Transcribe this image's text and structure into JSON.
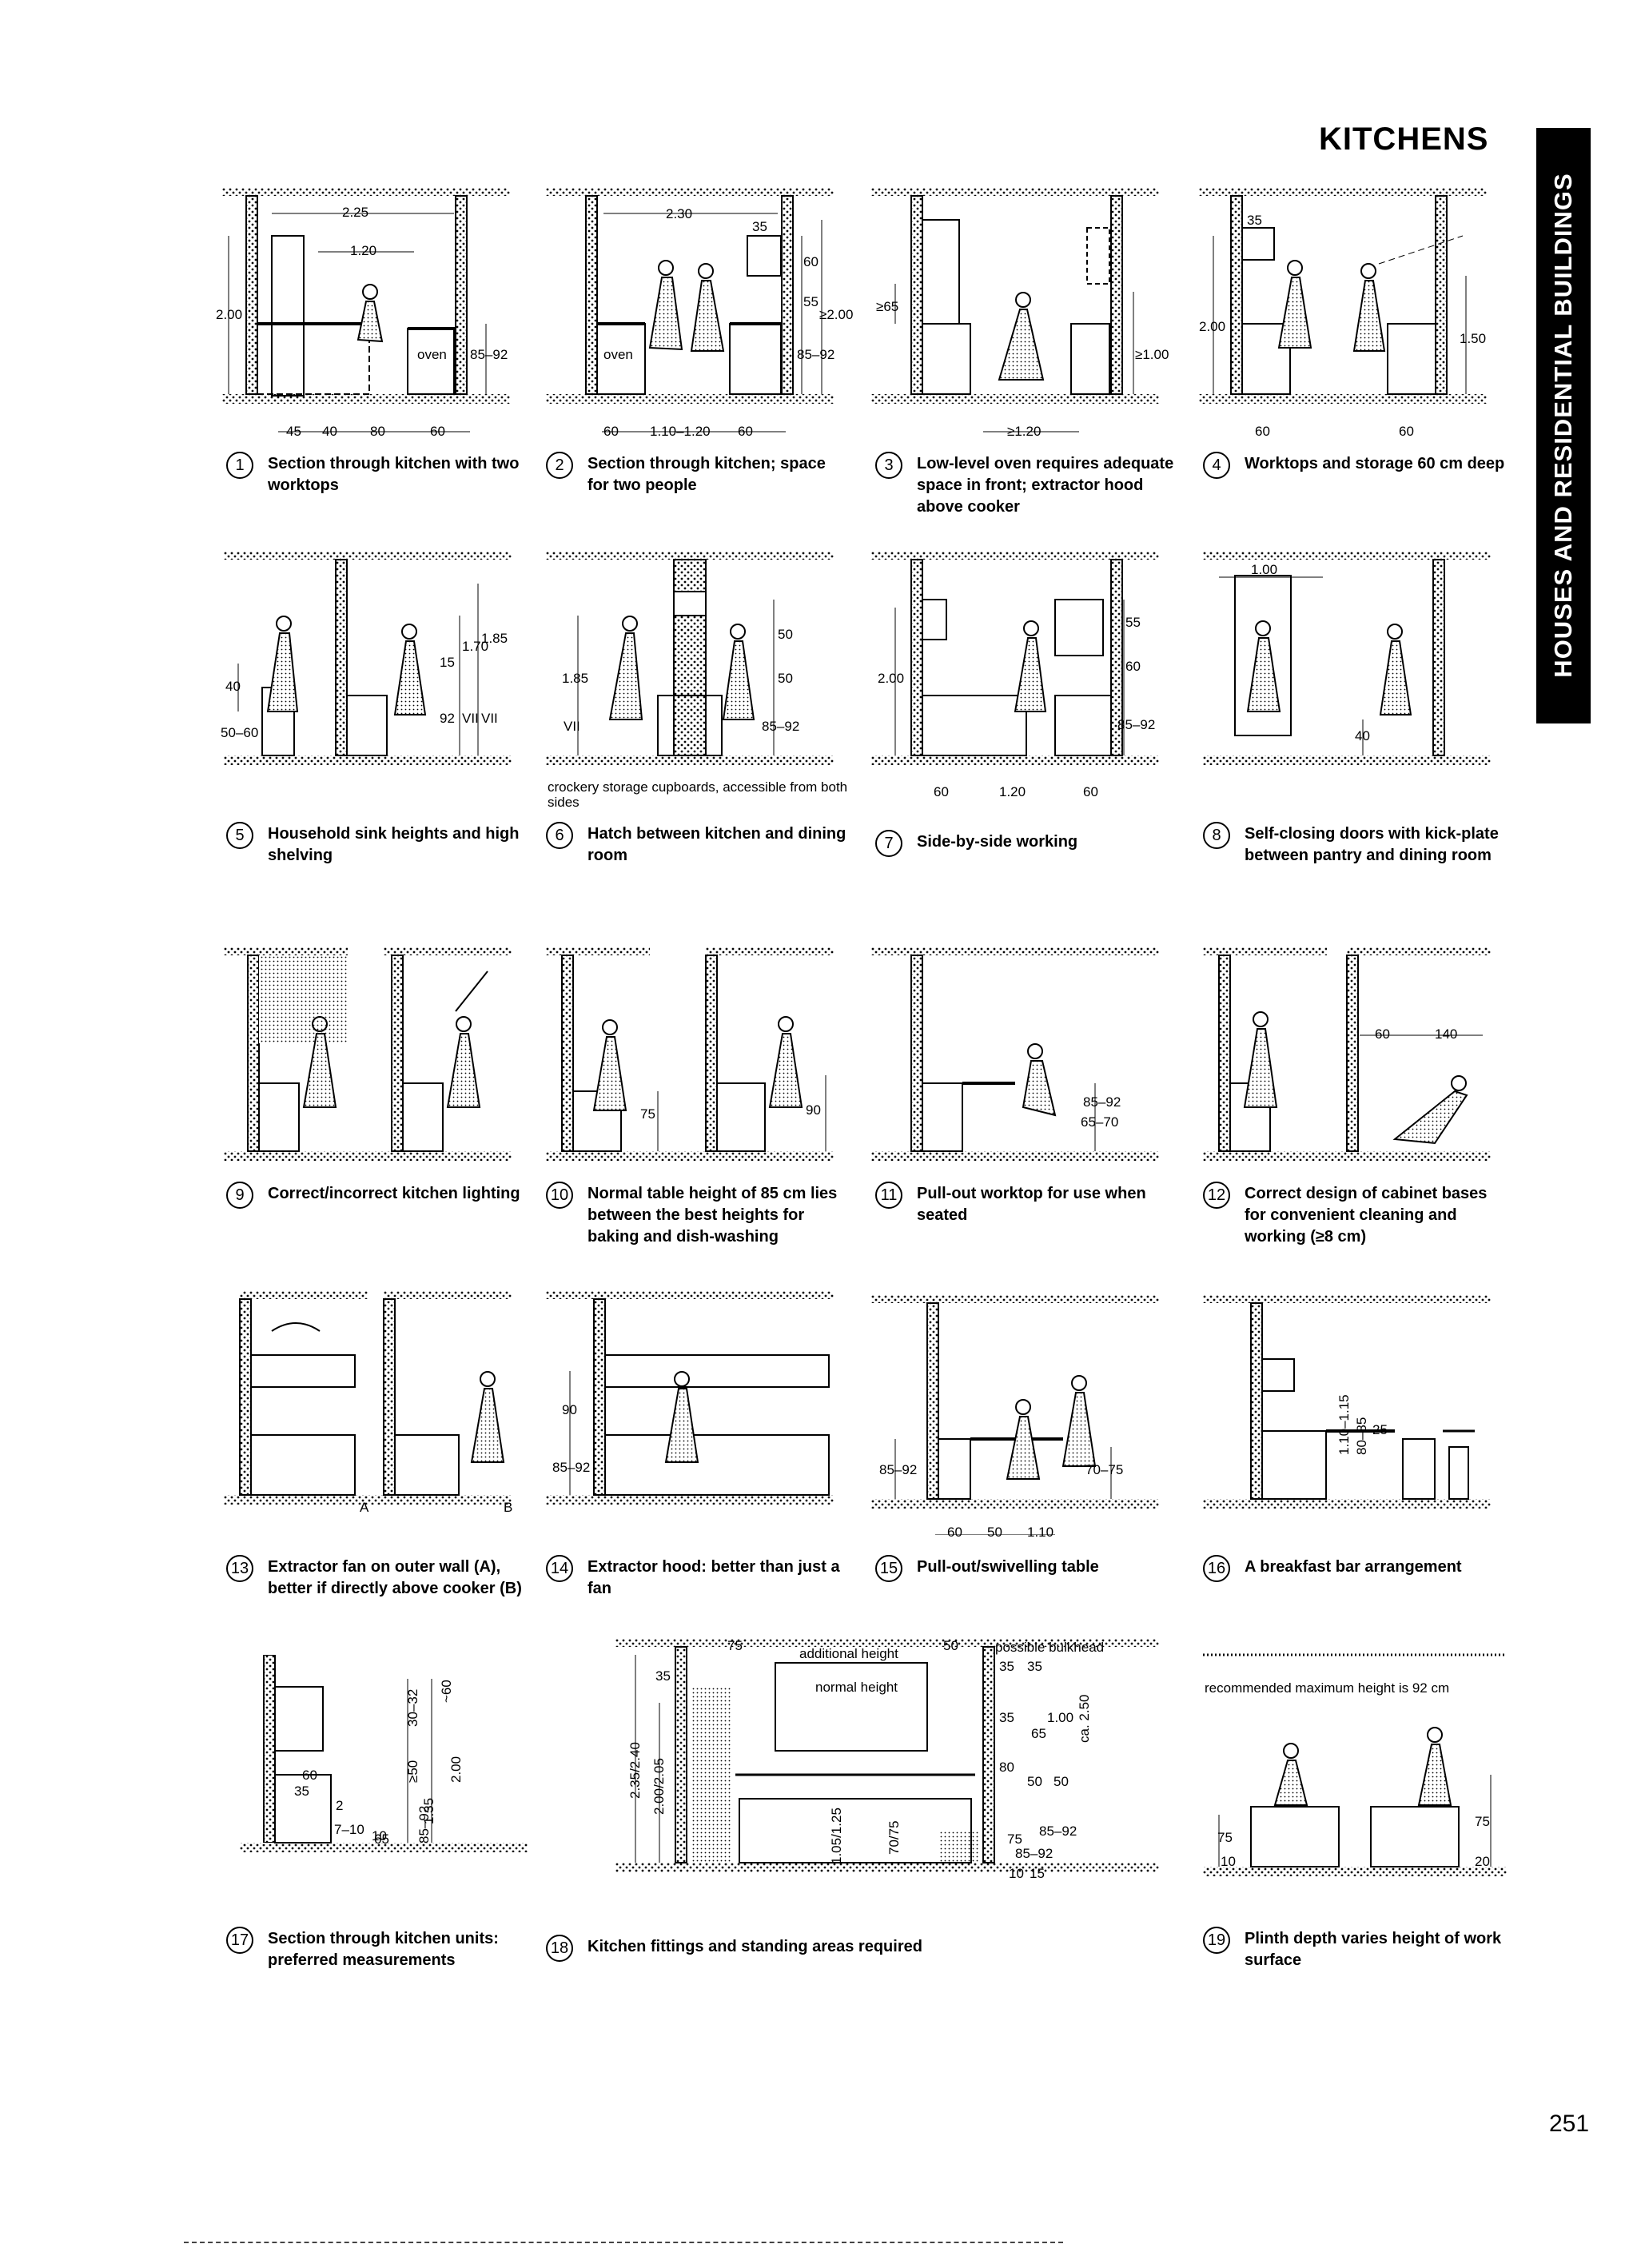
{
  "header": {
    "title": "KITCHENS",
    "section_tab": "HOUSES AND RESIDENTIAL BUILDINGS"
  },
  "page_number": "251",
  "figures": [
    {
      "num": "1",
      "caption": "Section through kitchen with two worktops",
      "labels": {
        "a": "2.25",
        "b": "1.20",
        "c": "2.00",
        "d": "oven",
        "e": "85–92",
        "f": "45",
        "g": "40",
        "h": "80",
        "i": "60"
      }
    },
    {
      "num": "2",
      "caption": "Section through kitchen; space for two people",
      "labels": {
        "a": "2.30",
        "b": "35",
        "c": "60",
        "d": "55",
        "e": "85–92",
        "f": "≥2.00",
        "g": "oven",
        "h": "60",
        "i": "1.10–1.20",
        "j": "60"
      }
    },
    {
      "num": "3",
      "caption": "Low-level oven requires adequate space in front; extractor hood above cooker",
      "labels": {
        "a": "≥65",
        "b": "≥1.00",
        "c": "≥1.20"
      }
    },
    {
      "num": "4",
      "caption": "Worktops and storage 60 cm deep",
      "labels": {
        "a": "35",
        "b": "2.00",
        "c": "1.50",
        "d": "60",
        "e": "60"
      }
    },
    {
      "num": "5",
      "caption": "Household sink heights and high shelving",
      "labels": {
        "a": "40",
        "b": "50–60",
        "c": "15",
        "d": "1.70",
        "e": "1.85",
        "f": "92",
        "g": "VII",
        "h": "VII"
      }
    },
    {
      "num": "6",
      "caption": "Hatch between kitchen and dining room",
      "note": "crockery storage cupboards, accessible from both sides",
      "labels": {
        "a": "1.85",
        "b": "VII",
        "c": "50",
        "d": "50",
        "e": "85–92"
      }
    },
    {
      "num": "7",
      "caption": "Side-by-side working",
      "labels": {
        "a": "2.00",
        "b": "55",
        "c": "60",
        "d": "85–92",
        "e": "60",
        "f": "1.20",
        "g": "60"
      }
    },
    {
      "num": "8",
      "caption": "Self-closing doors with kick-plate between pantry and dining room",
      "labels": {
        "a": "1.00",
        "b": "40"
      }
    },
    {
      "num": "9",
      "caption": "Correct/incorrect kitchen lighting"
    },
    {
      "num": "10",
      "caption": "Normal table height of 85 cm lies between the best heights for baking and dish-washing",
      "labels": {
        "a": "75",
        "b": "90"
      }
    },
    {
      "num": "11",
      "caption": "Pull-out worktop for use when seated",
      "labels": {
        "a": "85–92",
        "b": "65–70"
      }
    },
    {
      "num": "12",
      "caption": "Correct design of cabinet bases for convenient cleaning and working (≥8 cm)",
      "labels": {
        "a": "60",
        "b": "140"
      }
    },
    {
      "num": "13",
      "caption": "Extractor fan on outer wall (A), better if directly above cooker (B)",
      "labels": {
        "a": "A",
        "b": "B"
      }
    },
    {
      "num": "14",
      "caption": "Extractor hood: better than just a fan",
      "labels": {
        "a": "90",
        "b": "85–92"
      }
    },
    {
      "num": "15",
      "caption": "Pull-out/swivelling table",
      "labels": {
        "a": "85–92",
        "b": "70–75",
        "c": "60",
        "d": "50",
        "e": "1.10"
      }
    },
    {
      "num": "16",
      "caption": "A breakfast bar arrangement",
      "labels": {
        "a": "1.10–1.15",
        "b": "80–85",
        "c": "25"
      }
    },
    {
      "num": "17",
      "caption": "Section through kitchen units: preferred measurements",
      "labels": {
        "a": "30–32",
        "b": "~60",
        "c": "60",
        "d": "35",
        "e": "2",
        "f": "≥50",
        "g": "2.00",
        "h": "1.35",
        "i": "7–10",
        "j": "65",
        "k": "85–92",
        "l": "10"
      }
    },
    {
      "num": "18",
      "caption": "Kitchen fittings and standing areas required",
      "labels": {
        "a": "75",
        "b": "additional height",
        "c": "50",
        "d": "possible bulkhead",
        "e": "normal height",
        "f": "35",
        "g": "35",
        "h": "35",
        "i": "35",
        "j": "1.00",
        "k": "65",
        "l": "80",
        "m": "50",
        "n": "50",
        "o": "ca. 2.50",
        "p": "2.35/2.40",
        "q": "2.00/2.05",
        "r": "1.05/1.25",
        "s": "70/75",
        "t": "75",
        "u": "85–92",
        "v": "85–92",
        "w": "10",
        "x": "15"
      }
    },
    {
      "num": "19",
      "caption": "Plinth depth varies height of work surface",
      "note": "recommended maximum height is 92 cm",
      "labels": {
        "a": "75",
        "b": "75",
        "c": "10",
        "d": "20"
      }
    }
  ]
}
